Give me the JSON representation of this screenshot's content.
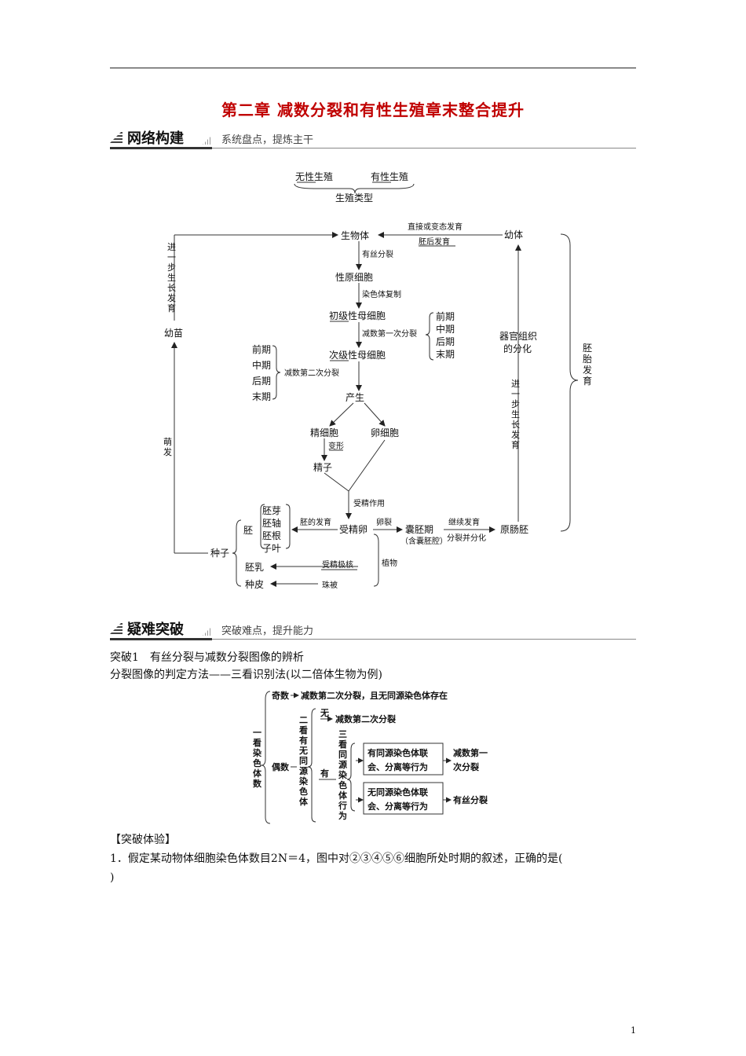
{
  "title": "第二章 减数分裂和有性生殖章末整合提升",
  "section1": {
    "name": "网络构建",
    "sub": "系统盘点，提炼主干"
  },
  "section2": {
    "name": "疑难突破",
    "sub": "突破难点，提升能力"
  },
  "diagram1": {
    "asexual": "无性生殖",
    "sexual": "有性生殖",
    "repro_type": "生殖类型",
    "organism": "生物体",
    "mitosis": "有丝分裂",
    "primordial": "性原细胞",
    "replication": "染色体复制",
    "primary": "初级性母细胞",
    "meiosis1": "减数第一次分裂",
    "phases": [
      "前期",
      "中期",
      "后期",
      "末期"
    ],
    "secondary": "次级性母细胞",
    "meiosis2": "减数第二次分裂",
    "produce": "产生",
    "sperm_cell": "精细胞",
    "egg_cell": "卵细胞",
    "transform": "变形",
    "sperm": "精子",
    "fertilization": "受精作用",
    "zygote": "受精卵",
    "cleavage": "卵裂",
    "blastula": "囊胚期",
    "blastula_note": "（含囊胚腔）",
    "continue": "继续发育",
    "differentiate": "分裂并分化",
    "gastrula": "原肠胚",
    "organ_diff": "器官组织",
    "organ_diff2": "的分化",
    "further_dev": "进一步生长发育",
    "larva": "幼体",
    "direct": "直接或变态发育",
    "post_embryo": "胚后发育",
    "embryo_dev": "胚胎发育",
    "seedling": "幼苗",
    "germinate": "萌发",
    "embryo": "胚",
    "embryo_parts": [
      "胚芽",
      "胚轴",
      "胚根",
      "子叶"
    ],
    "embryo_growth": "胚的发育",
    "seed": "种子",
    "endosperm": "胚乳",
    "polar": "受精极核",
    "seed_coat": "种皮",
    "integument": "珠被",
    "plant": "植物"
  },
  "breakthrough1": {
    "heading": "突破1　有丝分裂与减数分裂图像的辨析",
    "method": "分裂图像的判定方法——三看识别法(以二倍体生物为例)"
  },
  "diagram2": {
    "look1": "一看染色体数",
    "odd": "奇数",
    "odd_result": "减数第二次分裂，且无同源染色体存在",
    "even": "偶数",
    "look2": "二看有无同源染色体",
    "none": "无",
    "none_result": "减数第二次分裂",
    "have": "有",
    "look3": "三看同源染色体行为",
    "box1_l1": "有同源染色体联",
    "box1_l2": "会、分离等行为",
    "res1_l1": "减数第一",
    "res1_l2": "次分裂",
    "box2_l1": "无同源染色体联",
    "box2_l2": "会、分离等行为",
    "res2": "有丝分裂"
  },
  "exercise": {
    "label": "【突破体验】",
    "q1_line1": "1．假定某动物体细胞染色体数目2N＝4，图中对②③④⑤⑥细胞所处时期的叙述，正确的是(",
    "q1_line2": ")"
  },
  "page_number": "1"
}
